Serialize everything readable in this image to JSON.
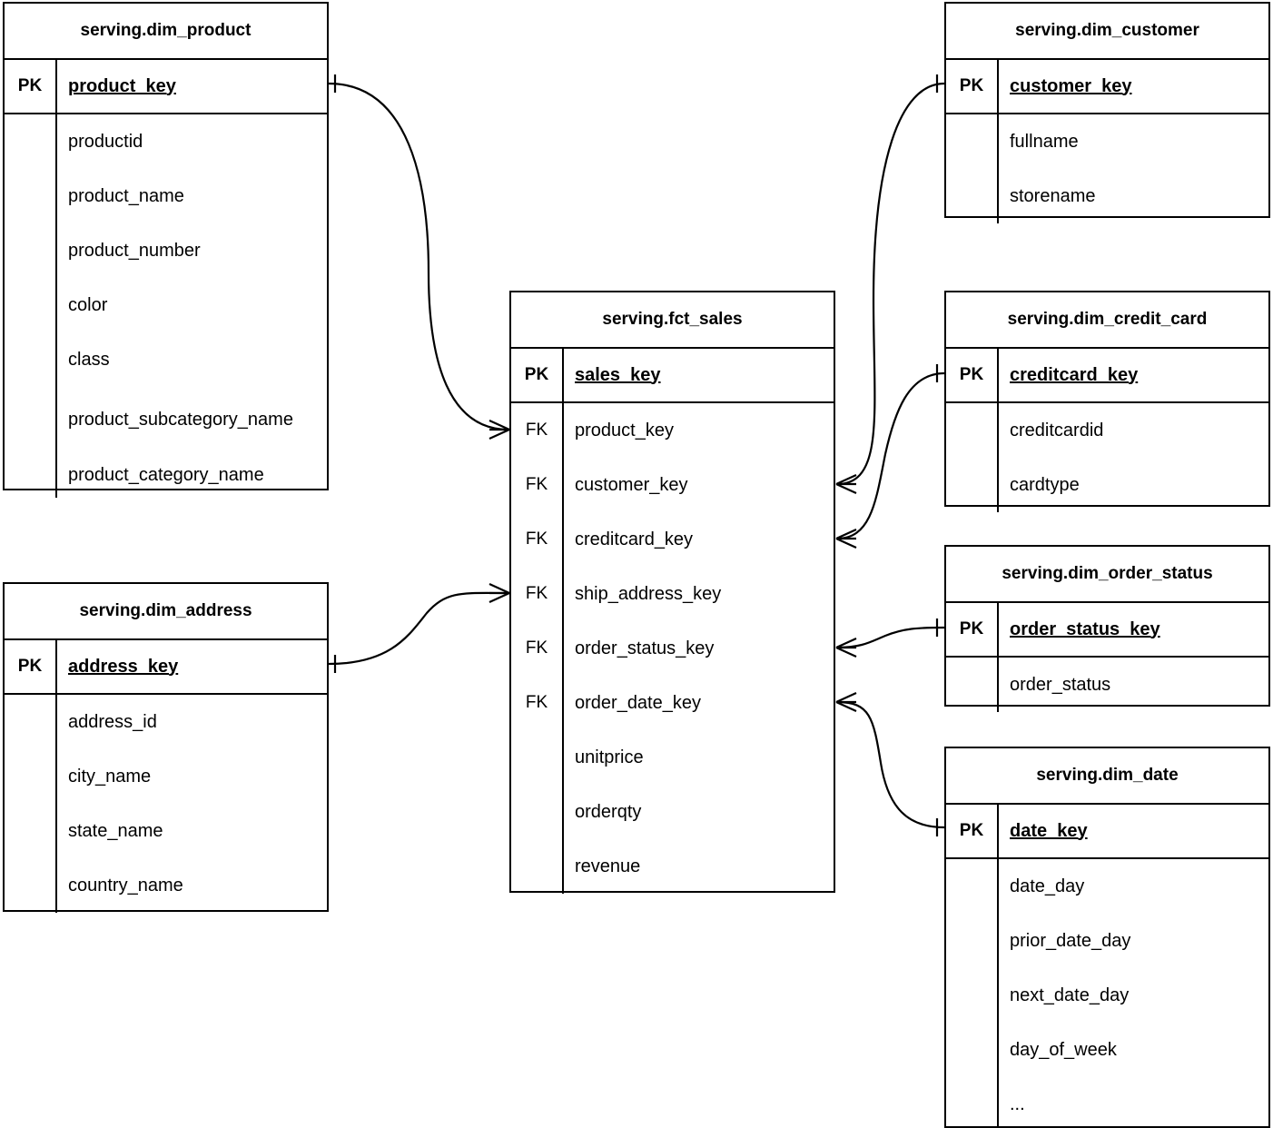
{
  "diagram": {
    "type": "entity-relationship-diagram",
    "notation": "crow-foot",
    "background": "#ffffff",
    "line_color": "#000000"
  },
  "entities": {
    "dim_product": {
      "title": "serving.dim_product",
      "pk_label": "PK",
      "pk_field": "product_key",
      "fields": [
        "productid",
        "product_name",
        "product_number",
        "color",
        "class",
        "product_subcategory_name",
        "product_category_name"
      ]
    },
    "dim_address": {
      "title": "serving.dim_address",
      "pk_label": "PK",
      "pk_field": "address_key",
      "fields": [
        "address_id",
        "city_name",
        "state_name",
        "country_name"
      ]
    },
    "fct_sales": {
      "title": "serving.fct_sales",
      "pk_label": "PK",
      "pk_field": "sales_key",
      "fk_label": "FK",
      "fk_fields": [
        "product_key",
        "customer_key",
        "creditcard_key",
        "ship_address_key",
        "order_status_key",
        "order_date_key"
      ],
      "measure_fields": [
        "unitprice",
        "orderqty",
        "revenue"
      ]
    },
    "dim_customer": {
      "title": "serving.dim_customer",
      "pk_label": "PK",
      "pk_field": "customer_key",
      "fields": [
        "fullname",
        "storename"
      ]
    },
    "dim_credit_card": {
      "title": "serving.dim_credit_card",
      "pk_label": "PK",
      "pk_field": "creditcard_key",
      "fields": [
        "creditcardid",
        "cardtype"
      ]
    },
    "dim_order_status": {
      "title": "serving.dim_order_status",
      "pk_label": "PK",
      "pk_field": "order_status_key",
      "fields": [
        "order_status"
      ]
    },
    "dim_date": {
      "title": "serving.dim_date",
      "pk_label": "PK",
      "pk_field": "date_key",
      "fields": [
        "date_day",
        "prior_date_day",
        "next_date_day",
        "day_of_week",
        "..."
      ]
    }
  },
  "relationships": [
    {
      "from": "dim_product.product_key",
      "to": "fct_sales.product_key",
      "from_cardinality": "one",
      "to_cardinality": "many"
    },
    {
      "from": "dim_address.address_key",
      "to": "fct_sales.ship_address_key",
      "from_cardinality": "one",
      "to_cardinality": "many"
    },
    {
      "from": "dim_customer.customer_key",
      "to": "fct_sales.customer_key",
      "from_cardinality": "one",
      "to_cardinality": "many"
    },
    {
      "from": "dim_credit_card.creditcard_key",
      "to": "fct_sales.creditcard_key",
      "from_cardinality": "one",
      "to_cardinality": "many"
    },
    {
      "from": "dim_order_status.order_status_key",
      "to": "fct_sales.order_status_key",
      "from_cardinality": "one",
      "to_cardinality": "many"
    },
    {
      "from": "dim_date.date_key",
      "to": "fct_sales.order_date_key",
      "from_cardinality": "one",
      "to_cardinality": "many"
    }
  ]
}
